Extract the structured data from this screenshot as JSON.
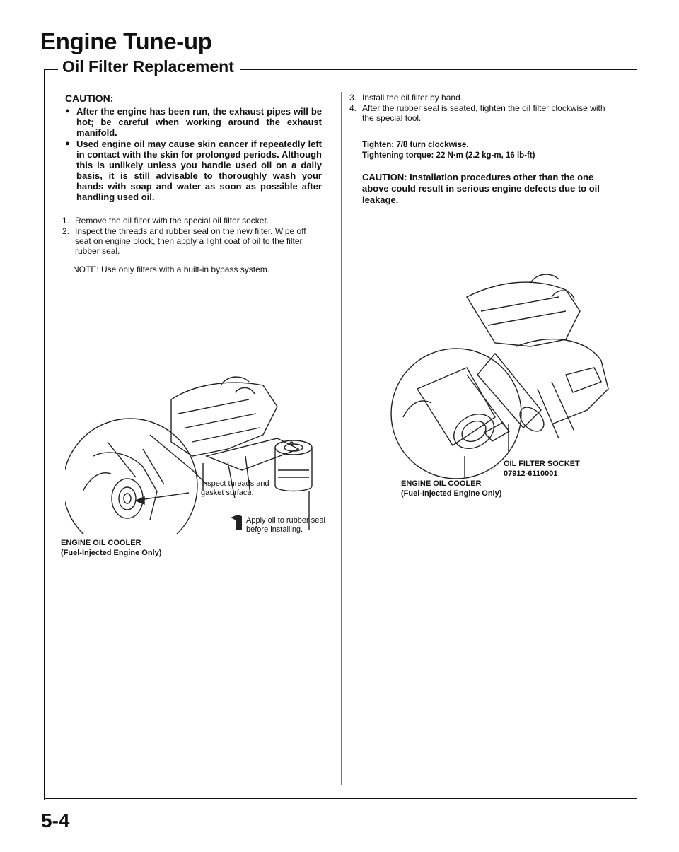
{
  "header": {
    "title": "Engine Tune-up",
    "section": "Oil Filter Replacement"
  },
  "left_column": {
    "caution_heading": "CAUTION:",
    "caution_items": [
      "After the engine has been run, the exhaust pipes will be hot; be careful when working around the exhaust manifold.",
      "Used engine oil may cause skin cancer if repeatedly left in contact with the skin for prolonged periods. Although this is unlikely unless you handle used oil on a daily basis, it is still advisable to thoroughly wash your hands with soap and water as soon as possible after handling used oil."
    ],
    "steps": [
      {
        "num": "1.",
        "text": "Remove the oil filter with the special oil filter socket."
      },
      {
        "num": "2.",
        "text": "Inspect the threads and rubber seal on the new filter. Wipe off seat on engine block, then apply a light coat of oil to the filter rubber seal."
      }
    ],
    "note": "NOTE: Use only filters with a built-in bypass system.",
    "figure": {
      "label_threads": "Inspect threads and gasket surface.",
      "label_apply": "Apply oil to rubber seal before installing.",
      "label_cooler": "ENGINE OIL COOLER",
      "label_cooler_sub": "(Fuel-Injected Engine Only)"
    }
  },
  "right_column": {
    "steps": [
      {
        "num": "3.",
        "text": "Install the oil filter by hand."
      },
      {
        "num": "4.",
        "text": "After the rubber seal is seated, tighten the oil filter clockwise with the special tool."
      }
    ],
    "tighten": "Tighten: 7/8 turn clockwise.",
    "torque": "Tightening torque: 22 N·m (2.2 kg-m, 16 lb-ft)",
    "caution": "CAUTION: Installation procedures other than the one above could result in serious engine defects due to oil leakage.",
    "figure": {
      "label_socket": "OIL FILTER SOCKET",
      "label_socket_part": "07912-6110001",
      "label_cooler": "ENGINE OIL COOLER",
      "label_cooler_sub": "(Fuel-Injected Engine Only)"
    }
  },
  "footer": {
    "page_number": "5-4"
  }
}
